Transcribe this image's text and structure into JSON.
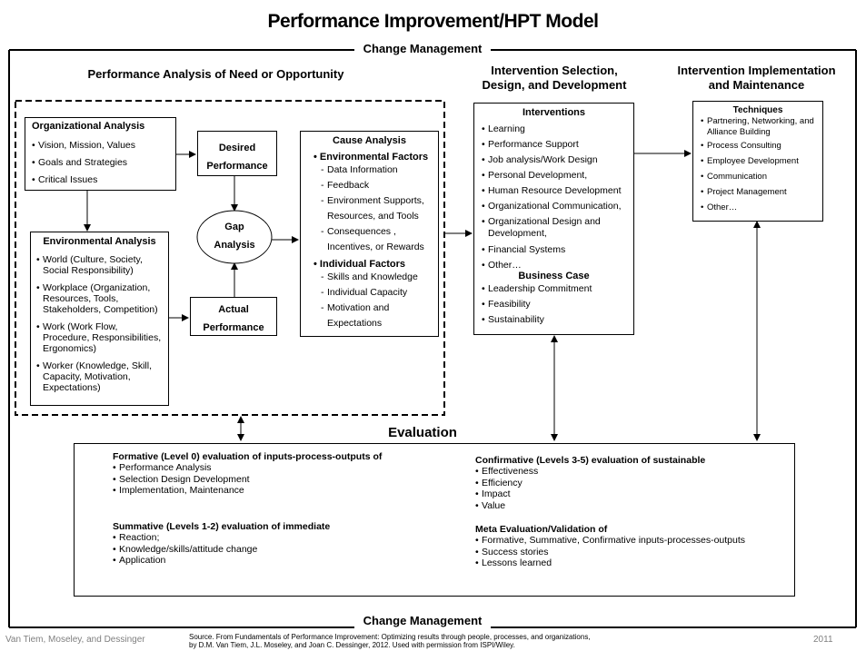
{
  "title": "Performance Improvement/HPT Model",
  "change_management_top": "Change Management",
  "change_management_bottom": "Change Management",
  "phases": {
    "analysis": "Performance Analysis  of Need or Opportunity",
    "selection_line1": "Intervention Selection,",
    "selection_line2": "Design,  and Development",
    "implementation_line1": "Intervention Implementation",
    "implementation_line2": "and Maintenance"
  },
  "organizational_analysis": {
    "heading": "Organizational Analysis",
    "items": [
      "Vision, Mission, Values",
      "Goals and Strategies",
      "Critical Issues"
    ]
  },
  "environmental_analysis": {
    "heading": "Environmental Analysis",
    "items": [
      "World (Culture, Society, Social Responsibility)",
      "Workplace (Organization, Resources, Tools, Stakeholders, Competition)",
      "Work (Work Flow, Procedure, Responsibilities, Ergonomics)",
      "Worker (Knowledge, Skill, Capacity, Motivation, Expectations)"
    ]
  },
  "desired_performance": {
    "line1": "Desired",
    "line2": "Performance"
  },
  "gap_analysis": {
    "line1": "Gap",
    "line2": "Analysis"
  },
  "actual_performance": {
    "line1": "Actual",
    "line2": "Performance"
  },
  "cause_analysis": {
    "heading": "Cause Analysis",
    "env_heading": "Environmental Factors",
    "env_items": [
      "Data Information",
      "Feedback",
      "Environment Supports, Resources, and Tools",
      "Consequences , Incentives, or Rewards"
    ],
    "ind_heading": "Individual Factors",
    "ind_items": [
      "Skills and Knowledge",
      "Individual Capacity",
      "Motivation and Expectations"
    ]
  },
  "interventions": {
    "heading": "Interventions",
    "items": [
      "Learning",
      "Performance Support",
      "Job analysis/Work Design",
      "Personal Development,",
      "Human Resource Development",
      "Organizational Communication,",
      "Organizational Design and Development,",
      "Financial Systems",
      "Other…"
    ],
    "business_case_heading": "Business Case",
    "business_case_items": [
      "Leadership Commitment",
      "Feasibility",
      "Sustainability"
    ]
  },
  "techniques": {
    "heading": "Techniques",
    "items": [
      "Partnering, Networking, and Alliance Building",
      "Process Consulting",
      "Employee Development",
      "Communication",
      "Project Management",
      "Other…"
    ]
  },
  "evaluation": {
    "heading": "Evaluation",
    "formative_heading": "Formative (Level 0) evaluation of inputs-process-outputs  of",
    "formative_items": [
      "Performance Analysis",
      "Selection Design  Development",
      "Implementation,  Maintenance"
    ],
    "summative_heading": "Summative (Levels 1-2) evaluation of immediate",
    "summative_items": [
      "Reaction;",
      "Knowledge/skills/attitude change",
      "Application"
    ],
    "confirmative_heading": "Confirmative (Levels 3-5)  evaluation of  sustainable",
    "confirmative_items": [
      "Effectiveness",
      "Efficiency",
      "Impact",
      "Value"
    ],
    "meta_heading": "Meta Evaluation/Validation of",
    "meta_items": [
      "Formative,  Summative,  Confirmative inputs-processes-outputs",
      "Success stories",
      "Lessons learned"
    ]
  },
  "footer": {
    "authors": "Van Tiem, Moseley, and Dessinger",
    "source_line1": "Source. From Fundamentals of Performance Improvement: Optimizing results through people, processes, and organizations,",
    "source_line2": "by D.M. Van Tiem, J.L. Moseley, and Joan C. Dessinger, 2012. Used with permission from ISPI/Wiley.",
    "year": "2011"
  }
}
